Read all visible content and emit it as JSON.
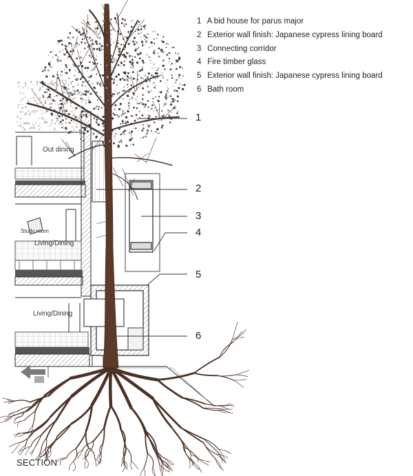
{
  "legend": [
    {
      "number": "1",
      "text": "A bid house for parus major"
    },
    {
      "number": "2",
      "text": "Exterior wall finish: Japanese cypress lining board"
    },
    {
      "number": "3",
      "text": "Connecting corridor"
    },
    {
      "number": "4",
      "text": "Fire timber glass"
    },
    {
      "number": "5",
      "text": "Exterior wall finish: Japanese cypress lining board"
    },
    {
      "number": "6",
      "text": "Bath room"
    }
  ],
  "callouts": [
    "1",
    "2",
    "3",
    "4",
    "5",
    "6"
  ],
  "rooms": {
    "out_dining": "Out dining",
    "study_room": "Study room",
    "living_dining_upper": "Living/Dining",
    "living_dining_lower": "Living/Dining"
  },
  "section_title": "SECTION",
  "colors": {
    "line": "#2a2a2a",
    "trunk": "#5b3a2a",
    "foliage": "#3a3a3a",
    "hatch": "#9a9a9a",
    "arrow": "#7a7a7a"
  }
}
